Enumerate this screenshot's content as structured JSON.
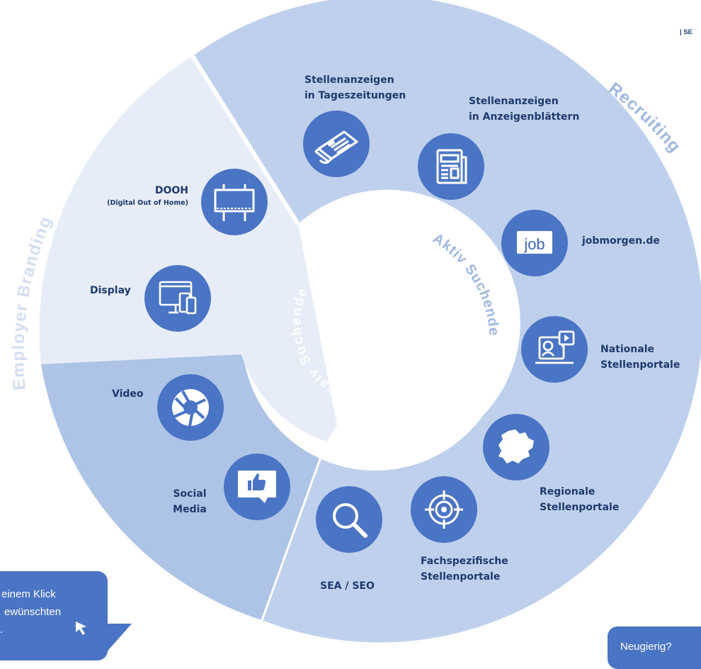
{
  "header_mark": "| SE",
  "ring_labels": {
    "recruiting": "Recruiting",
    "employer_branding": "Employer Branding",
    "aktiv_suchende": "Aktiv Suchende",
    "passiv_suchende": "Passiv Suchende"
  },
  "channels": {
    "tageszeitungen": {
      "line1": "Stellenanzeigen",
      "line2": "in Tageszeitungen",
      "icon": "newspaper-icon"
    },
    "anzeigenblaetter": {
      "line1": "Stellenanzeigen",
      "line2": "in Anzeigenblättern",
      "icon": "news-sheet-icon"
    },
    "jobmorgen": {
      "label": "jobmorgen.de",
      "icon_text": "job"
    },
    "nationale": {
      "line1": "Nationale",
      "line2": "Stellenportale",
      "icon": "video-call-icon"
    },
    "regionale": {
      "line1": "Regionale",
      "line2": "Stellenportale",
      "icon": "map-region-icon"
    },
    "fachspezifische": {
      "line1": "Fachspezifische",
      "line2": "Stellenportale",
      "icon": "target-icon"
    },
    "sea_seo": {
      "label": "SEA / SEO",
      "icon": "search-icon"
    },
    "social_media": {
      "line1": "Social",
      "line2": "Media",
      "icon": "thumbs-up-icon"
    },
    "video": {
      "label": "Video",
      "icon": "aperture-icon"
    },
    "display": {
      "label": "Display",
      "icon": "devices-icon"
    },
    "dooh": {
      "label": "DOOH",
      "sub": "(Digital Out of Home)",
      "icon": "billboard-icon"
    }
  },
  "bubble_left": {
    "line1": "einem Klick",
    "line2": "ewünschten",
    "line3": "."
  },
  "bubble_right": {
    "text": "Neugierig?"
  },
  "colors": {
    "accent": "#4a74c4",
    "recruiting_segment": "#bed0ec",
    "branding_upper_segment": "#e7edf8",
    "branding_lower_segment": "#aec4e6",
    "ring_text": "#9fb7e0",
    "dark_text": "#1f3a6d"
  }
}
